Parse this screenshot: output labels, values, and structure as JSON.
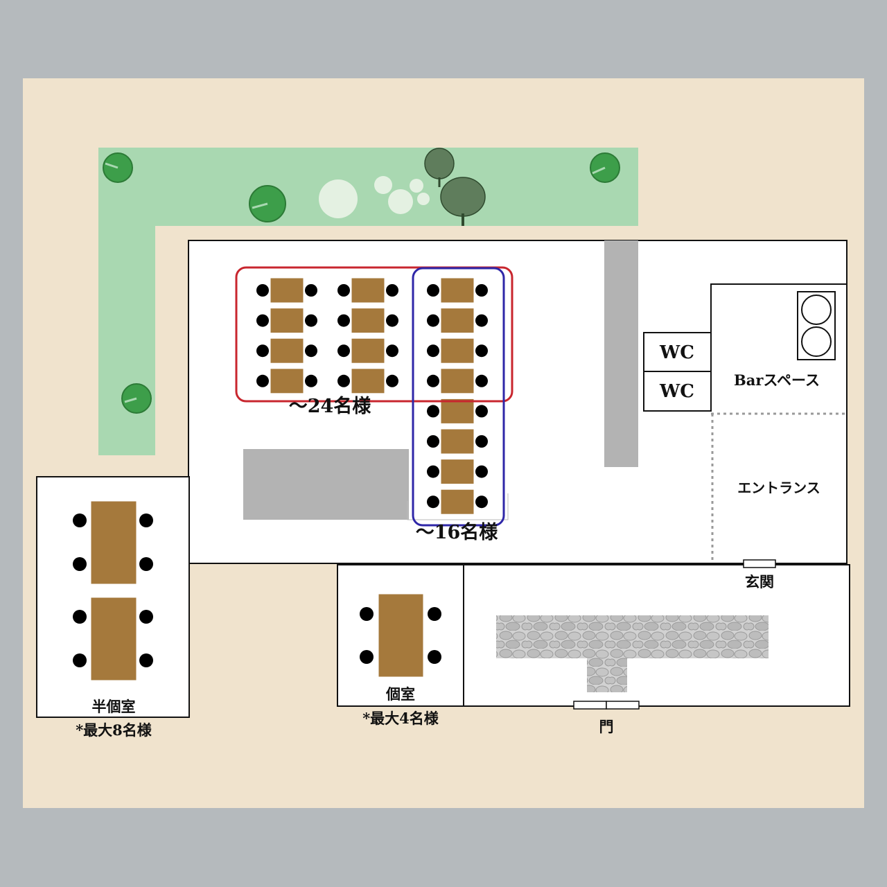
{
  "colors": {
    "background": "#b5babd",
    "lot": "#f0e3cd",
    "garden": "#a9d8b1",
    "table": "#a5793c",
    "chair": "#000000",
    "counter": "#b3b3b3",
    "group_large": "#c8262e",
    "group_small": "#2f27a8",
    "stone_path": "#c9c9c9"
  },
  "labels": {
    "group_large": "〜24名様",
    "group_small": "〜16名様",
    "wc_1": "WC",
    "wc_2": "WC",
    "bar": "Barスペース",
    "entrance": "エントランス",
    "genkan": "玄関",
    "gate": "門",
    "semi_private": "半個室",
    "semi_private_capacity": "*最大8名様",
    "private": "個室",
    "private_capacity": "*最大4名様"
  },
  "icons": [
    "lily-pad-icon",
    "stepping-stone-icon",
    "tree-icon",
    "stove-burner-icon",
    "stone-path-icon"
  ]
}
